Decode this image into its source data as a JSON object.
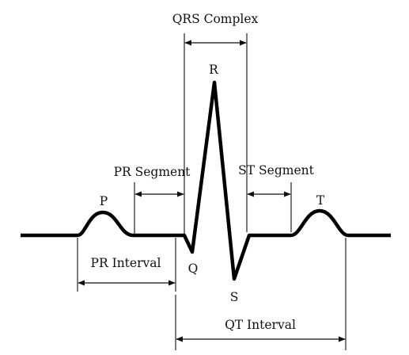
{
  "diagram": {
    "labels": {
      "qrs_complex": "QRS Complex",
      "r_wave": "R",
      "pr_segment": "PR Segment",
      "st_segment": "ST Segment",
      "p_wave": "P",
      "t_wave": "T",
      "q_wave": "Q",
      "s_wave": "S",
      "pr_interval": "PR Interval",
      "qt_interval": "QT Interval"
    },
    "colors": {
      "trace": "#000000",
      "text": "#111111",
      "background": "#ffffff"
    }
  }
}
